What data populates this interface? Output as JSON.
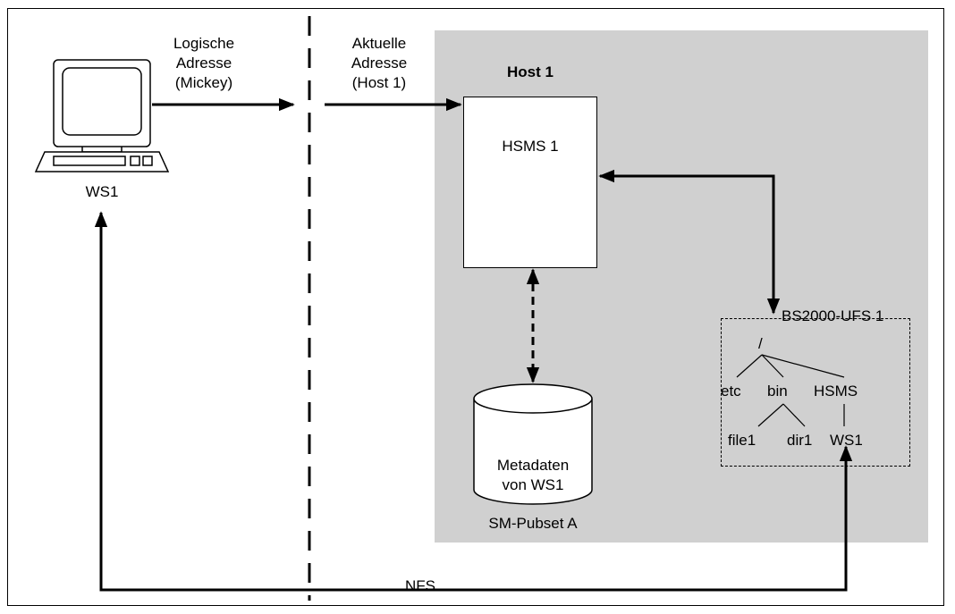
{
  "labels": {
    "logical_address": [
      "Logische",
      "Adresse",
      "(Mickey)"
    ],
    "current_address": [
      "Aktuelle",
      "Adresse",
      "(Host 1)"
    ],
    "host": "Host 1",
    "hsms": "HSMS 1",
    "workstation": "WS1",
    "ufs": "BS2000-UFS 1",
    "pubset": "SM-Pubset A",
    "nfs": "NFS",
    "metadata": [
      "Metadaten",
      "von WS1"
    ]
  },
  "tree": {
    "root": "/",
    "etc": "etc",
    "bin": "bin",
    "hsms": "HSMS",
    "file1": "file1",
    "dir1": "dir1",
    "ws1": "WS1"
  },
  "colors": {
    "host_background": "#d0d0d0",
    "line": "#000000",
    "box_fill": "#ffffff"
  },
  "icons": {
    "workstation": "computer-terminal-icon",
    "storage": "database-cylinder-icon"
  }
}
